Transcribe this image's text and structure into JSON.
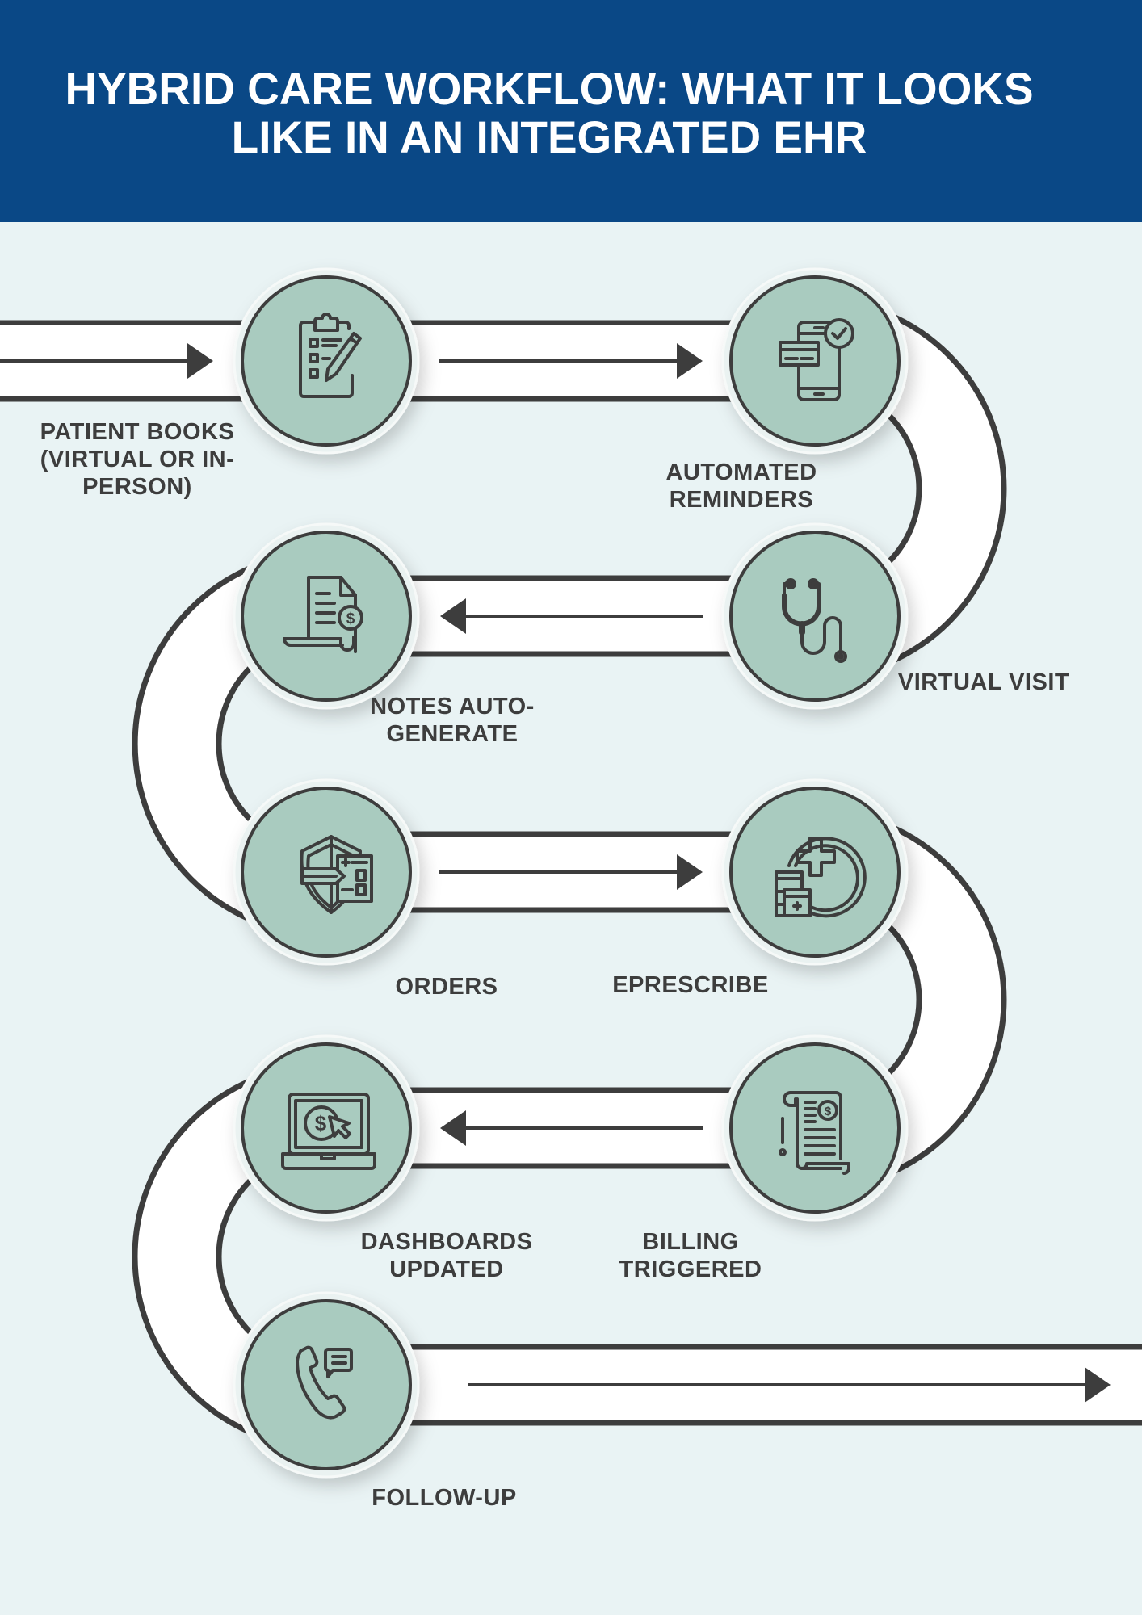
{
  "header": {
    "title_line1": "HYBRID CARE WORKFLOW: WHAT IT LOOKS",
    "title_line2": "LIKE IN AN INTEGRATED EHR"
  },
  "colors": {
    "header_bg": "#0a4886",
    "page_bg": "#e9f3f4",
    "node_fill": "#a9cbbf",
    "stroke": "#3d3d3d",
    "path_fill": "#ffffff"
  },
  "steps": [
    {
      "id": 1,
      "icon": "clipboard-checklist-icon",
      "label_lines": [
        "PATIENT BOOKS",
        "(VIRTUAL OR IN-",
        "PERSON)"
      ]
    },
    {
      "id": 2,
      "icon": "smartphone-reminder-icon",
      "label_lines": [
        "AUTOMATED",
        "REMINDERS"
      ]
    },
    {
      "id": 3,
      "icon": "stethoscope-icon",
      "label_lines": [
        "VIRTUAL VISIT"
      ]
    },
    {
      "id": 4,
      "icon": "document-invoice-icon",
      "label_lines": [
        "NOTES AUTO-",
        "GENERATE"
      ]
    },
    {
      "id": 5,
      "icon": "shield-order-icon",
      "label_lines": [
        "ORDERS"
      ]
    },
    {
      "id": 6,
      "icon": "prescription-medicine-icon",
      "label_lines": [
        "EPRESCRIBE"
      ]
    },
    {
      "id": 7,
      "icon": "billing-scroll-icon",
      "label_lines": [
        "BILLING",
        "TRIGGERED"
      ]
    },
    {
      "id": 8,
      "icon": "laptop-dashboard-icon",
      "label_lines": [
        "DASHBOARDS",
        "UPDATED"
      ]
    },
    {
      "id": 9,
      "icon": "phone-chat-icon",
      "label_lines": [
        "FOLLOW-UP"
      ]
    }
  ],
  "flow_direction": [
    "right",
    "right",
    "left",
    "right",
    "left",
    "right"
  ]
}
